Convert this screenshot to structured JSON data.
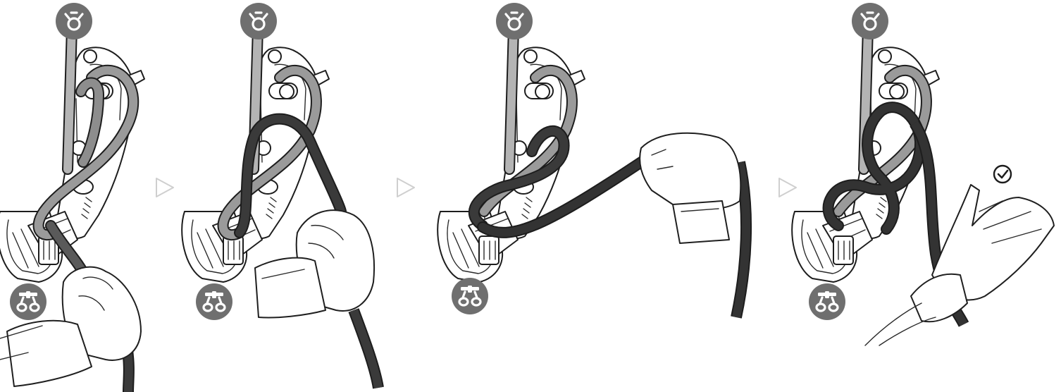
{
  "figure": {
    "steps": [
      {
        "index": 1,
        "rope_end_color": "#5a5a5a",
        "check": false
      },
      {
        "index": 2,
        "rope_end_color": "#3a3a3a",
        "check": false
      },
      {
        "index": 3,
        "rope_end_color": "#333333",
        "check": false
      },
      {
        "index": 4,
        "rope_end_color": "#333333",
        "check": true
      }
    ],
    "icons": {
      "anchor": "anchor-ring-icon",
      "harness": "harness-icon",
      "next": "play-arrow-icon",
      "check": "checkmark-circle-icon"
    },
    "colors": {
      "badge": "#6f6f6f",
      "rope_light": "#a9a9a9",
      "rope_mid": "#8a8a8a",
      "rope_dark": "#363636",
      "outline": "#1d1d1d",
      "arrow": "#cfcfcf"
    }
  }
}
